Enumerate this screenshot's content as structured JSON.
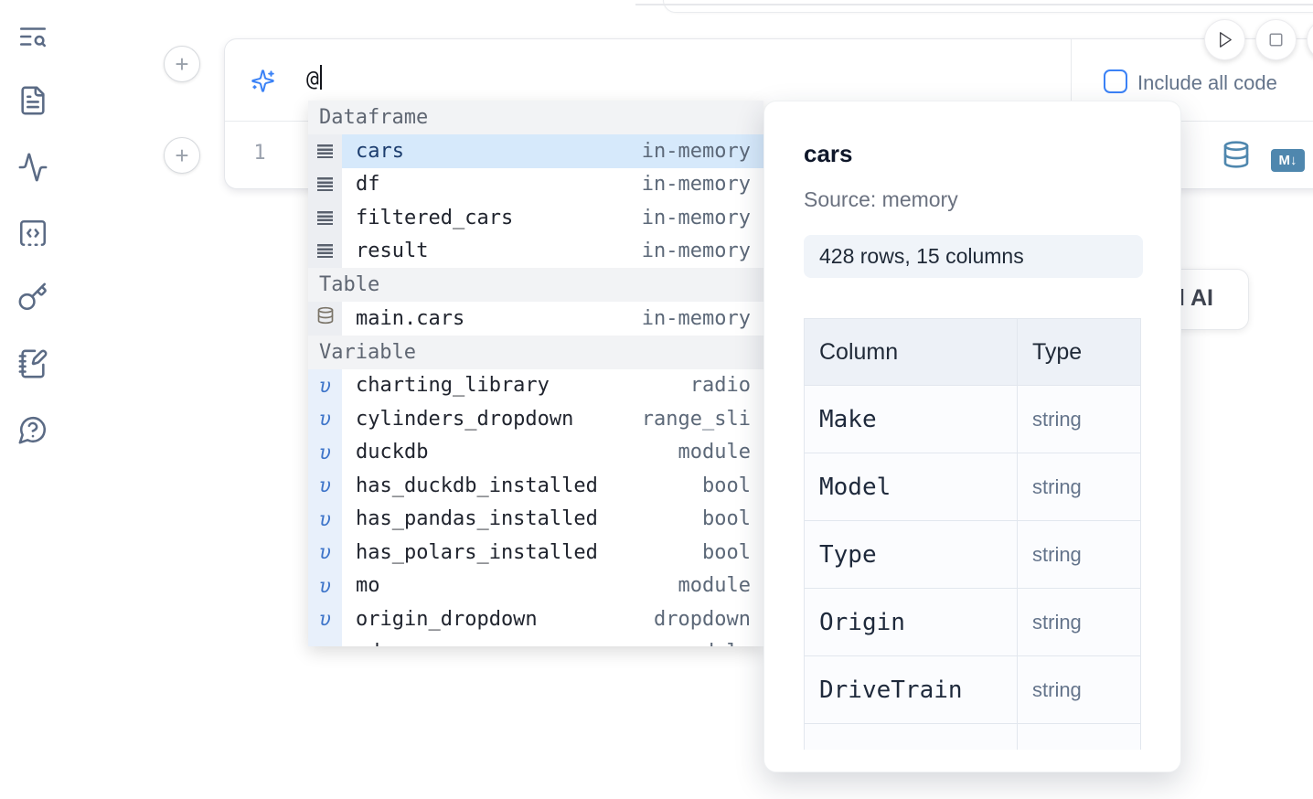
{
  "sidebar": {
    "icons": [
      {
        "name": "text-search-icon"
      },
      {
        "name": "file-text-icon"
      },
      {
        "name": "activity-icon"
      },
      {
        "name": "code-snippet-icon"
      },
      {
        "name": "key-icon"
      },
      {
        "name": "notebook-pen-icon"
      },
      {
        "name": "help-chat-icon"
      }
    ]
  },
  "cell": {
    "prompt_value": "@",
    "include_all_code_label": "Include all code",
    "line_number": "1",
    "markdown_badge": "M↓"
  },
  "run_controls": {
    "play_icon": "play-icon",
    "stop_icon": "stop-icon"
  },
  "ai_card": {
    "visible_text": "l AI"
  },
  "autocomplete": {
    "sections": [
      {
        "label": "Dataframe",
        "icon": "dataframe-rows",
        "items": [
          {
            "name": "cars",
            "type": "in-memory",
            "selected": true
          },
          {
            "name": "df",
            "type": "in-memory"
          },
          {
            "name": "filtered_cars",
            "type": "in-memory"
          },
          {
            "name": "result",
            "type": "in-memory"
          }
        ]
      },
      {
        "label": "Table",
        "icon": "database",
        "items": [
          {
            "name": "main.cars",
            "type": "in-memory"
          }
        ]
      },
      {
        "label": "Variable",
        "icon": "variable",
        "items": [
          {
            "name": "charting_library",
            "type": "radio"
          },
          {
            "name": "cylinders_dropdown",
            "type": "range_sli"
          },
          {
            "name": "duckdb",
            "type": "module"
          },
          {
            "name": "has_duckdb_installed",
            "type": "bool"
          },
          {
            "name": "has_pandas_installed",
            "type": "bool"
          },
          {
            "name": "has_polars_installed",
            "type": "bool"
          },
          {
            "name": "mo",
            "type": "module"
          },
          {
            "name": "origin_dropdown",
            "type": "dropdown"
          },
          {
            "name": "pd",
            "type": "module"
          }
        ]
      }
    ]
  },
  "preview": {
    "title": "cars",
    "source": "Source: memory",
    "summary": "428 rows, 15 columns",
    "table": {
      "headers": [
        "Column",
        "Type"
      ],
      "rows": [
        [
          "Make",
          "string"
        ],
        [
          "Model",
          "string"
        ],
        [
          "Type",
          "string"
        ],
        [
          "Origin",
          "string"
        ],
        [
          "DriveTrain",
          "string"
        ]
      ]
    }
  },
  "colors": {
    "accent_blue": "#3b82f6",
    "steel_blue": "#4f87ae",
    "selection_blue": "#d6e9fb",
    "icon_slate": "#5b6b85"
  }
}
